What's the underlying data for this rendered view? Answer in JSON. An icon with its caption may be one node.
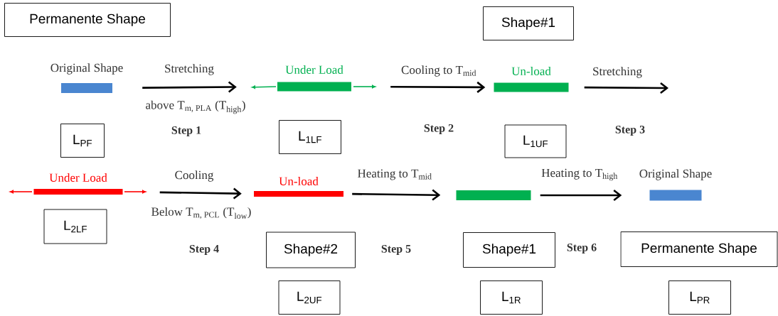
{
  "diagram": {
    "nodes": [
      {
        "text": [
          "Permanente Shape"
        ]
      },
      {
        "text": [
          "Shape#1"
        ]
      },
      {
        "text": [
          "Original Shape"
        ]
      },
      {
        "text": [
          "Under Load"
        ]
      },
      {
        "text": [
          "Un-load"
        ]
      },
      {
        "text": [
          "L$_{PF}$"
        ]
      },
      {
        "text": [
          "L$_{1LF}$"
        ]
      },
      {
        "text": [
          "L$_{1UF}$"
        ]
      },
      {
        "text": [
          "Under Load"
        ]
      },
      {
        "text": [
          "Un-load"
        ]
      },
      {
        "text": [],
        "shape": "bar"
      },
      {
        "text": [
          "Original Shape"
        ]
      },
      {
        "text": [
          "L$_{2LF}$"
        ]
      },
      {
        "text": [
          "Shape#2"
        ]
      },
      {
        "text": [
          "Shape#1"
        ]
      },
      {
        "text": [
          "Permanente Shape"
        ]
      },
      {
        "text": [
          "L$_{2UF}$"
        ]
      },
      {
        "text": [
          "L$_{1R}$"
        ]
      },
      {
        "text": [
          "L$_{PR}$"
        ]
      }
    ],
    "edges": [
      {
        "from": 2,
        "to": 3,
        "arrow": "to",
        "label": "Stretching"
      },
      {
        "from": 3,
        "to": 4,
        "arrow": "to",
        "label": "Cooling to T$_{mid}$"
      },
      {
        "from": 4,
        "to": null,
        "arrow": "to",
        "label": "Stretching"
      },
      {
        "from": 8,
        "to": 9,
        "arrow": "to",
        "label": "Cooling"
      },
      {
        "from": 9,
        "to": 10,
        "arrow": "to",
        "label": "Heating to T$_{mid}$"
      },
      {
        "from": 10,
        "to": 11,
        "arrow": "to",
        "label": "Heating to T$_{high}$"
      }
    ],
    "labels": [
      "\\text{above T}_{\\text{m, PLA}}\\text{ (T}_{\\text{high}}\\text{)}",
      "Step 1",
      "Step 2",
      "Step 3",
      "\\text{Below T}_{\\text{m, PCL}}\\text{ (T}_{\\text{low}}\\text{)}",
      "Step 4",
      "Step 5",
      "Step 6"
    ]
  }
}
